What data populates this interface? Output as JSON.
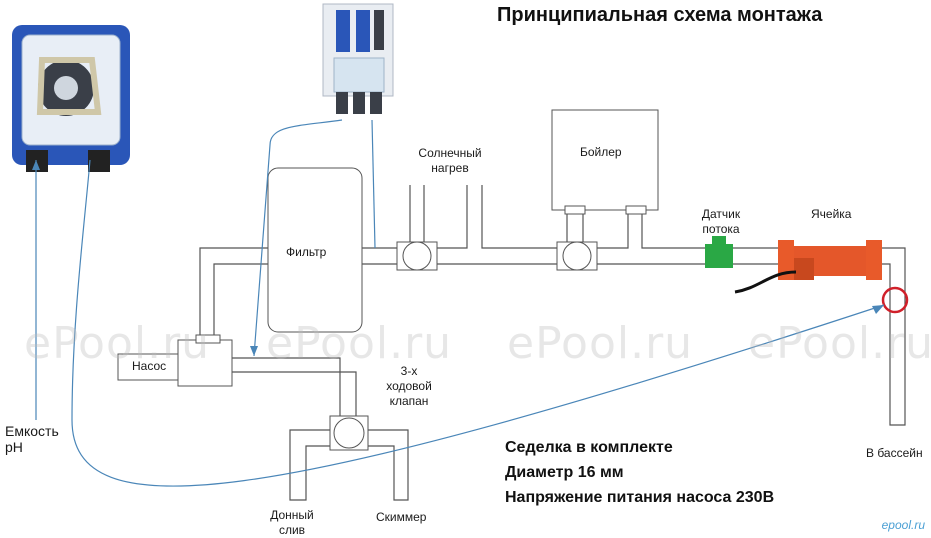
{
  "title": "Принципиальная схема монтажа",
  "labels": {
    "solar_1": "Солнечный",
    "solar_2": "нагрев",
    "boiler": "Бойлер",
    "filter": "Фильтр",
    "sensor_1": "Датчик",
    "sensor_2": "потока",
    "cell": "Ячейка",
    "pump": "Насос",
    "valve_1": "3-х",
    "valve_2": "ходовой",
    "valve_3": "клапан",
    "tank_1": "Емкость",
    "tank_2": "pH",
    "drain_1": "Донный",
    "drain_2": "слив",
    "skimmer": "Скиммер",
    "pool": "В бассейн"
  },
  "notes": [
    "Седелка в комплекте",
    "Диаметр 16 мм",
    "Напряжение питания насоса 230В"
  ],
  "watermark": "ePool.ru",
  "corner_mark": "epool.ru",
  "colors": {
    "pump_body": "#2a56b8",
    "sensor": "#2aa845",
    "cell": "#e4572a",
    "tube": "#4a86b8",
    "highlight": "#d0202a"
  }
}
